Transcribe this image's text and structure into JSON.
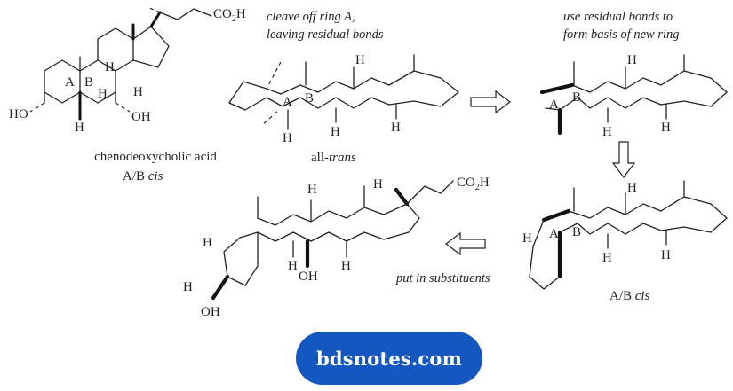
{
  "labels": {
    "co2h_top": "CO",
    "co2h_top_h": "H",
    "ring_a": "A",
    "ring_b": "B",
    "h_generic": "H",
    "ho": "HO",
    "oh": "OH",
    "me_wedge": "’"
  },
  "captions": {
    "chenodeoxycholic": "chenodeoxycholic acid",
    "ab_cis_1_pre": "A/B ",
    "ab_cis_1_it": "cis",
    "all_trans_pre": "all-",
    "all_trans_it": "trans",
    "cleave_line1": "cleave off ring A,",
    "cleave_line2": "leaving residual bonds",
    "use_line1": "use residual bonds to",
    "use_line2": "form basis of new ring",
    "put_in": "put in substituents",
    "ab_cis_2_pre": "A/B ",
    "ab_cis_2_it": "cis"
  },
  "badge": {
    "text": "bdsnotes.com",
    "color": "#1557c0"
  }
}
